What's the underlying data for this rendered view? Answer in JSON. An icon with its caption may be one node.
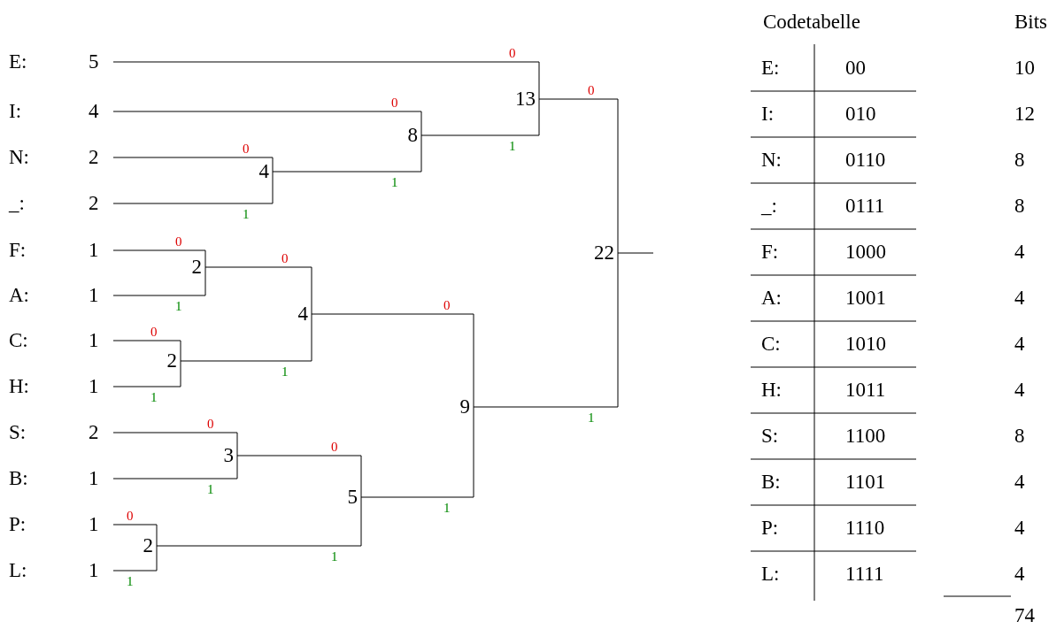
{
  "diagram": {
    "nodes": [
      {
        "text": [
          "5"
        ],
        "beside": [
          "E:"
        ]
      },
      {
        "text": [
          "4"
        ],
        "beside": [
          "I:"
        ]
      },
      {
        "text": [
          "2"
        ],
        "beside": [
          "N:"
        ]
      },
      {
        "text": [
          "2"
        ],
        "beside": [
          "_:"
        ]
      },
      {
        "text": [
          "1"
        ],
        "beside": [
          "F:"
        ]
      },
      {
        "text": [
          "1"
        ],
        "beside": [
          "A:"
        ]
      },
      {
        "text": [
          "1"
        ],
        "beside": [
          "C:"
        ]
      },
      {
        "text": [
          "1"
        ],
        "beside": [
          "H:"
        ]
      },
      {
        "text": [
          "2"
        ],
        "beside": [
          "S:"
        ]
      },
      {
        "text": [
          "1"
        ],
        "beside": [
          "B:"
        ]
      },
      {
        "text": [
          "1"
        ],
        "beside": [
          "P:"
        ]
      },
      {
        "text": [
          "1"
        ],
        "beside": [
          "L:"
        ]
      },
      {
        "text": [
          "13"
        ]
      },
      {
        "text": [
          "8"
        ]
      },
      {
        "text": [
          "4"
        ]
      },
      {
        "text": [
          "22"
        ]
      },
      {
        "text": [
          "2"
        ]
      },
      {
        "text": [
          "4"
        ]
      },
      {
        "text": [
          "2"
        ]
      },
      {
        "text": [
          "9"
        ]
      },
      {
        "text": [
          "3"
        ]
      },
      {
        "text": [
          "5"
        ]
      },
      {
        "text": [
          "2"
        ]
      }
    ],
    "edges": [
      {
        "from": 0,
        "to": 12,
        "arrow": "none",
        "label": "0"
      },
      {
        "from": 13,
        "to": 12,
        "arrow": "none",
        "label": "1"
      },
      {
        "from": 1,
        "to": 13,
        "arrow": "none",
        "label": "0"
      },
      {
        "from": 14,
        "to": 13,
        "arrow": "none",
        "label": "1"
      },
      {
        "from": 2,
        "to": 14,
        "arrow": "none",
        "label": "0"
      },
      {
        "from": 3,
        "to": 14,
        "arrow": "none",
        "label": "1"
      },
      {
        "from": 12,
        "to": 15,
        "arrow": "none",
        "label": "0"
      },
      {
        "from": 19,
        "to": 15,
        "arrow": "none",
        "label": "1"
      },
      {
        "from": 4,
        "to": 16,
        "arrow": "none",
        "label": "0"
      },
      {
        "from": 5,
        "to": 16,
        "arrow": "none",
        "label": "1"
      },
      {
        "from": 16,
        "to": 17,
        "arrow": "none",
        "label": "0"
      },
      {
        "from": 18,
        "to": 17,
        "arrow": "none",
        "label": "1"
      },
      {
        "from": 6,
        "to": 18,
        "arrow": "none",
        "label": "0"
      },
      {
        "from": 7,
        "to": 18,
        "arrow": "none",
        "label": "1"
      },
      {
        "from": 17,
        "to": 19,
        "arrow": "none",
        "label": "0"
      },
      {
        "from": 21,
        "to": 19,
        "arrow": "none",
        "label": "1"
      },
      {
        "from": 8,
        "to": 20,
        "arrow": "none",
        "label": "0"
      },
      {
        "from": 9,
        "to": 20,
        "arrow": "none",
        "label": "1"
      },
      {
        "from": 20,
        "to": 21,
        "arrow": "none",
        "label": "0"
      },
      {
        "from": 22,
        "to": 21,
        "arrow": "none",
        "label": "1"
      },
      {
        "from": 10,
        "to": 22,
        "arrow": "none",
        "label": "0"
      },
      {
        "from": 11,
        "to": 22,
        "arrow": "none",
        "label": "1"
      },
      {
        "from": 15,
        "to": null,
        "arrow": "none"
      }
    ],
    "labels": [
      "Codetabelle",
      "Bits",
      "E:",
      "00",
      "10",
      "I:",
      "010",
      "12",
      "N:",
      "0110",
      "8",
      "_:",
      "0111",
      "8",
      "F:",
      "1000",
      "4",
      "A:",
      "1001",
      "4",
      "C:",
      "1010",
      "4",
      "H:",
      "1011",
      "4",
      "S:",
      "1100",
      "8",
      "B:",
      "1101",
      "4",
      "P:",
      "1110",
      "4",
      "L:",
      "1111",
      "4",
      "74"
    ]
  }
}
